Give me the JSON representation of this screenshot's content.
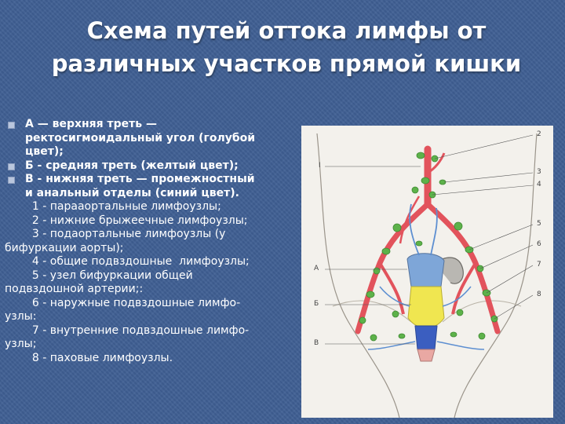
{
  "slide": {
    "title_line1": "Схема путей оттока лимфы от",
    "title_line2": "различных участков прямой кишки"
  },
  "bullets": [
    {
      "lines": [
        "А — верхняя треть —",
        "ректосигмоидальный угол (голубой",
        "цвет);"
      ]
    },
    {
      "lines": [
        "Б - средняя треть (желтый цвет);"
      ]
    },
    {
      "lines": [
        "В - нижняя треть — промежностный",
        "и анальный отделы (синий цвет)."
      ]
    }
  ],
  "legend_lines": [
    {
      "text": "  1 - парааортальные лимфоузлы;",
      "indent": true
    },
    {
      "text": "  2 - нижние брыжеечные лимфоузлы;",
      "indent": true
    },
    {
      "text": "  3 - подаортальные лимфоузлы (у",
      "indent": true
    },
    {
      "text": "бифуркации аорты);",
      "indent": false
    },
    {
      "text": "  4 - общие подвздошные  лимфоузлы;",
      "indent": true
    },
    {
      "text": "  5 - узел бифуркации общей",
      "indent": true
    },
    {
      "text": "подвздошной артерии;:",
      "indent": false
    },
    {
      "text": "  6 - наружные подвздошные лимфо-",
      "indent": true
    },
    {
      "text": "узлы:",
      "indent": false
    },
    {
      "text": "  7 - внутренние подвздошные лимфо-",
      "indent": true
    },
    {
      "text": "узлы;",
      "indent": false
    },
    {
      "text": "  8 - паховые лимфоузлы.",
      "indent": true
    }
  ],
  "figure": {
    "labels_right": [
      "2",
      "3",
      "4",
      "5",
      "6",
      "7",
      "8"
    ],
    "labels_left": [
      "I",
      "А",
      "Б",
      "В"
    ]
  },
  "colors": {
    "background": "#3f5f93",
    "vessel": "#e2535c",
    "node": "#5db24a",
    "upper_third": "#7ea6d8",
    "middle_third": "#f0e650",
    "lower_third": "#3b5ec0"
  }
}
